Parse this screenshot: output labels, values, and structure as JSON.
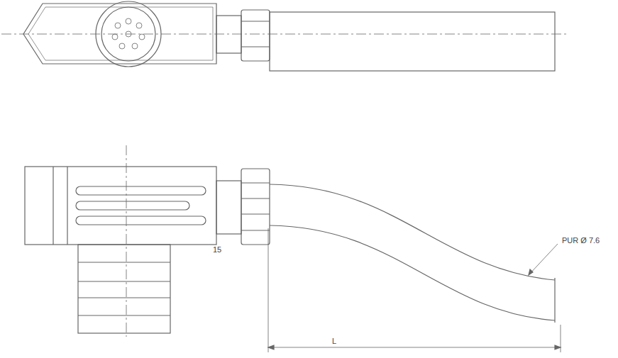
{
  "diagram": {
    "labels": [
      "15",
      "PUR Ø 7.6",
      "L"
    ]
  }
}
